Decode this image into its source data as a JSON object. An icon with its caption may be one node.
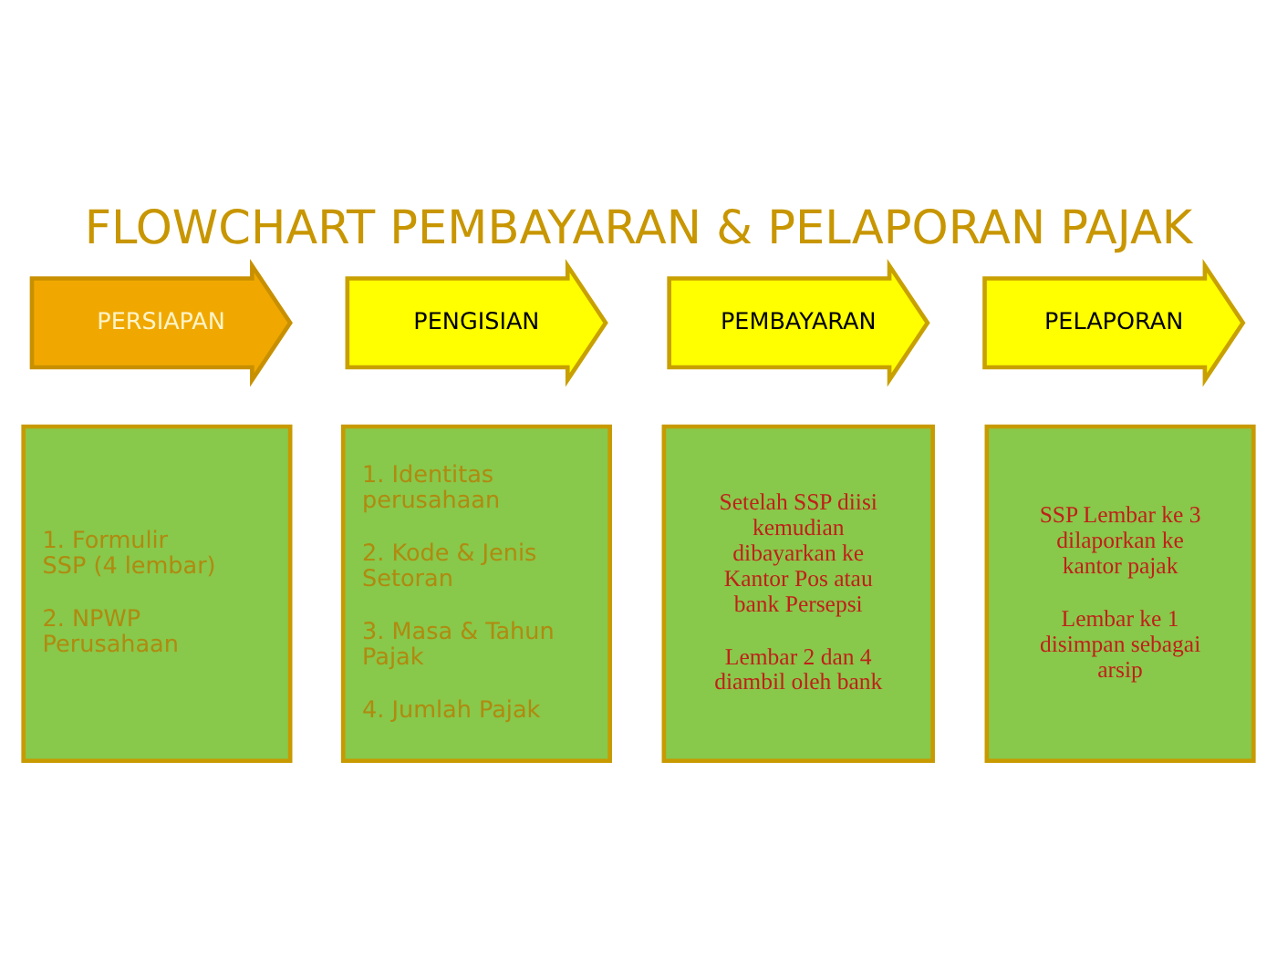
{
  "diagram": {
    "title": "FLOWCHART PEMBAYARAN & PELAPORAN PAJAK",
    "nodes": [
      {
        "text": [
          "PERSIAPAN"
        ]
      },
      {
        "text": [
          "PENGISIAN"
        ]
      },
      {
        "text": [
          "PEMBAYARAN"
        ]
      },
      {
        "text": [
          "PELAPORAN"
        ]
      },
      {
        "text": [
          "1. Formulir SSP (4 lembar)",
          "2. NPWP Perusahaan"
        ]
      },
      {
        "text": [
          "1. Identitas perusahaan",
          "2. Kode & Jenis Setoran",
          "3. Masa & Tahun Pajak",
          "4. Jumlah Pajak"
        ]
      },
      {
        "text": [
          "Setelah SSP diisi kemudian dibayarkan ke Kantor Pos atau bank Persepsi",
          "Lembar 2 dan 4 diambil oleh bank"
        ]
      },
      {
        "text": [
          "SSP Lembar ke 3 dilaporkan ke kantor pajak",
          "Lembar ke 1 disimpan sebagai arsip"
        ]
      }
    ]
  }
}
